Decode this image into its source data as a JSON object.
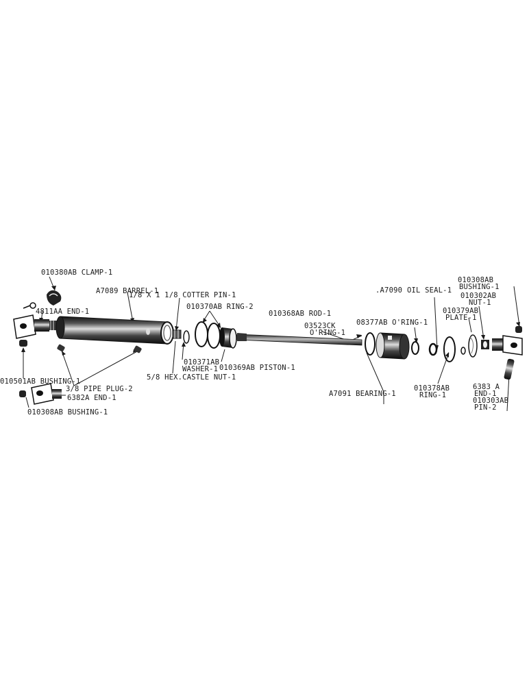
{
  "labels": {
    "clamp": "010380AB CLAMP-1",
    "barrel": "A7089 BARREL-1",
    "cotter_pin": "1/8 X 1 1/8 COTTER PIN-1",
    "end_4811": "4811AA END-1",
    "ring_2": "010370AB RING-2",
    "rod": "010368AB ROD-1",
    "oring_03523": "03523CK",
    "oring_03523_b": "O'RING-1",
    "oring_08377": "08377AB O'RING-1",
    "a7090": ".A7090",
    "oil_seal": "OIL SEAL-1",
    "bushing_top_r1": "010308AB",
    "bushing_top_r2": "BUSHING-1",
    "nut_r1": "010302AB",
    "nut_r2": "NUT-1",
    "plate_r1": "010379AB",
    "plate_r2": "PLATE-1",
    "washer_r1": "010371AB",
    "washer_r2": "WASHER-1",
    "piston": "010369AB PISTON-1",
    "castle_nut": "5/8 HEX.CASTLE NUT-1",
    "pipe_plug": "3/8 PIPE PLUG-2",
    "bushing_left": "010501AB BUSHING-1",
    "end_6382": "6382A END-1",
    "bushing_bottom": "010308AB BUSHING-1",
    "bearing": "A7091 BEARING-1",
    "ring_378_r1": "010378AB",
    "ring_378_r2": "RING-1",
    "end_6383_r1": "6383 A",
    "end_6383_r2": "END-1",
    "pin_r1": "010303AB",
    "pin_r2": "PIN-2"
  }
}
